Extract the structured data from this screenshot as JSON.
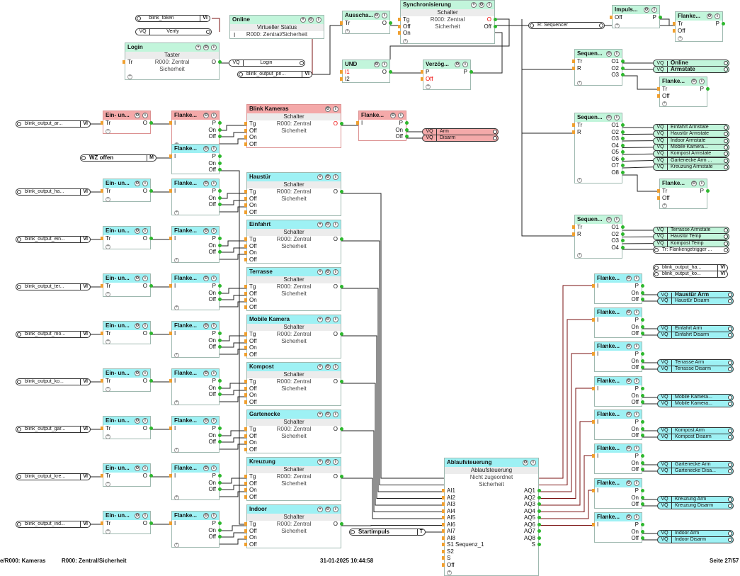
{
  "footer": {
    "left": "e/R000: Kameras",
    "zone": "R000: Zentral/Sicherheit",
    "datetime": "31-01-2025 10:44:58",
    "page": "Seite 27/57"
  },
  "outputs_right_top": [
    {
      "vq": "VQ",
      "label": "Online"
    },
    {
      "vq": "VQ",
      "label": "Armstate"
    }
  ],
  "seq2_outputs": [
    "Einfahrt Armstate",
    "Haustür Armstate",
    "Indoor Armstate",
    "Mobile Kamera...",
    "Kompost Armstate",
    "Gartenecke Arm ...",
    "Kreuzung Armstate"
  ],
  "seq3_outputs": [
    "Terrasse Armstate",
    "Haustür Temp",
    "Kompost Temp"
  ],
  "seq3_last": "Tr: Flankengetrigger ...",
  "pills": {
    "blink_token": "blink_token",
    "vi": "VI",
    "verify_vq": "VQ",
    "verify": "Verify",
    "login_vq": "VQ",
    "login": "Login",
    "blink_output_pri": "blink_output_pri...",
    "wz_offen": "WZ offen",
    "m": "M",
    "r_sequencer": "R: Sequencer",
    "startimpuls": "Startimpuls",
    "t": "T",
    "vq": "VQ",
    "arm": "Arm",
    "disarm": "Disarm",
    "ha_pill": "blink_output_ha...",
    "ko_pill": "blink_output_ko..."
  },
  "rows": [
    {
      "pill": "blink_output_ar...",
      "schalter": "Blink Kameras",
      "y": 0
    },
    {
      "pill": "blink_output_ha...",
      "schalter": "Haustür"
    },
    {
      "pill": "blink_output_ein...",
      "schalter": "Einfahrt"
    },
    {
      "pill": "blink_output_ter...",
      "schalter": "Terrasse"
    },
    {
      "pill": "blink_output_mo...",
      "schalter": "Mobile Kamera"
    },
    {
      "pill": "blink_output_ko...",
      "schalter": "Kompost"
    },
    {
      "pill": "blink_output_gar...",
      "schalter": "Gartenecke"
    },
    {
      "pill": "blink_output_kre...",
      "schalter": "Kreuzung"
    },
    {
      "pill": "blink_output_ind...",
      "schalter": "Indoor"
    }
  ],
  "right_groups": [
    {
      "arm": "Haustür Arm",
      "disarm": "Haustür Disarm"
    },
    {
      "arm": "Einfahrt Arm",
      "disarm": "Einfahrt Disarm"
    },
    {
      "arm": "Terrasse Arm",
      "disarm": "Terrasse Disarm"
    },
    {
      "arm": "Mobile Kamera...",
      "disarm": "Mobile Kamera..."
    },
    {
      "arm": "Kompost Arm",
      "disarm": "Kompost Disarm"
    },
    {
      "arm": "Gartenecke Arm",
      "disarm": "Gartenecke Disa..."
    },
    {
      "arm": "Kreuzung Arm",
      "disarm": "Kreuzung Disarm"
    },
    {
      "arm": "Indoor Arm",
      "disarm": "Indoor Disarm"
    }
  ],
  "labels": {
    "ein_un": "Ein- un...",
    "flanke": "Flanke...",
    "schalter": "Schalter",
    "zentral": "R000: Zentral",
    "sicherheit": "Sicherheit",
    "online": "Online",
    "virt_status": "Virtueller Status",
    "zentral_sicherheit": "R000: Zentral/Sicherheit",
    "login": "Login",
    "taster": "Taster",
    "ausschalt": "Ausscha...",
    "sync": "Synchronisierung",
    "impuls": "Impuls...",
    "und": "UND",
    "verzoeg": "Verzög...",
    "sequen": "Sequen...",
    "ablauf": "Ablaufsteuerung",
    "nicht_zugeordnet": "Nicht zugeordnet",
    "sequenz1": "S1 Sequenz_1"
  },
  "pins": {
    "tr": "Tr",
    "o": "O",
    "i": "I",
    "p": "P",
    "on": "On",
    "off": "Off",
    "tg": "Tg",
    "r": "R",
    "s": "S",
    "i1": "I1",
    "i2": "I2"
  }
}
